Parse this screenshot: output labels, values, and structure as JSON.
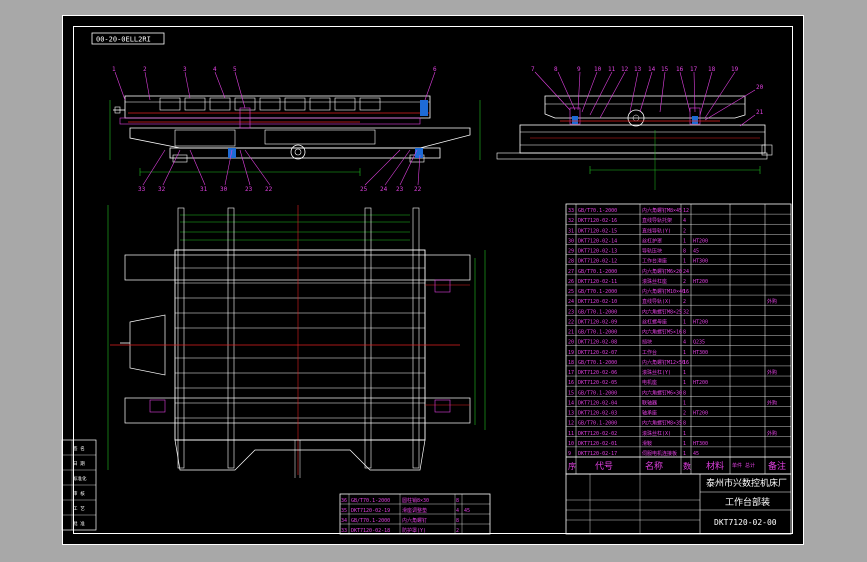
{
  "drawing": {
    "code_box": "00-20-0ELL2RI",
    "factory_name": "泰州市兴数控机床厂",
    "assembly_name": "工作台部装",
    "drawing_number": "DKT7120-02-00"
  },
  "side_view_callouts": [
    "1",
    "2",
    "3",
    "4",
    "5",
    "6"
  ],
  "side_view_bottom_callouts": [
    "33",
    "32",
    "31",
    "30",
    "23",
    "22",
    "25",
    "24",
    "23",
    "22"
  ],
  "front_view_callouts": [
    "7",
    "8",
    "9",
    "10",
    "11",
    "12",
    "13",
    "14",
    "15",
    "16",
    "17",
    "18",
    "19",
    "20",
    "21"
  ],
  "bom_headers": {
    "seq": "序",
    "code": "代号",
    "name": "名称",
    "qty": "数",
    "material": "材料",
    "weight": "单件 总计",
    "remark": "备注"
  },
  "bom_rows": [
    {
      "seq": "33",
      "code": "GB/T70.1-2000",
      "name": "内六角螺钉M8×45",
      "qty": "12",
      "mat": "",
      "rem": ""
    },
    {
      "seq": "32",
      "code": "DKT7120-02-16",
      "name": "直线导轨托架",
      "qty": "4",
      "mat": "",
      "rem": ""
    },
    {
      "seq": "31",
      "code": "DKT7120-02-15",
      "name": "直线导轨(Y)",
      "qty": "2",
      "mat": "",
      "rem": ""
    },
    {
      "seq": "30",
      "code": "DKT7120-02-14",
      "name": "丝杠护罩",
      "qty": "1",
      "mat": "HT200",
      "rem": ""
    },
    {
      "seq": "29",
      "code": "DKT7120-02-13",
      "name": "导轨压块",
      "qty": "8",
      "mat": "45",
      "rem": ""
    },
    {
      "seq": "28",
      "code": "DKT7120-02-12",
      "name": "工作台滑座",
      "qty": "1",
      "mat": "HT300",
      "rem": ""
    },
    {
      "seq": "27",
      "code": "GB/T70.1-2000",
      "name": "内六角螺钉M6×20",
      "qty": "24",
      "mat": "",
      "rem": ""
    },
    {
      "seq": "26",
      "code": "DKT7120-02-11",
      "name": "滚珠丝杠座",
      "qty": "2",
      "mat": "HT200",
      "rem": ""
    },
    {
      "seq": "25",
      "code": "GB/T70.1-2000",
      "name": "内六角螺钉M10×40",
      "qty": "16",
      "mat": "",
      "rem": ""
    },
    {
      "seq": "24",
      "code": "DKT7120-02-10",
      "name": "直线导轨(X)",
      "qty": "2",
      "mat": "",
      "rem": "外购"
    },
    {
      "seq": "23",
      "code": "GB/T70.1-2000",
      "name": "内六角螺钉M8×25",
      "qty": "32",
      "mat": "",
      "rem": ""
    },
    {
      "seq": "22",
      "code": "DKT7120-02-09",
      "name": "丝杠螺母座",
      "qty": "1",
      "mat": "HT200",
      "rem": ""
    },
    {
      "seq": "21",
      "code": "GB/T70.1-2000",
      "name": "内六角螺钉M5×16",
      "qty": "8",
      "mat": "",
      "rem": ""
    },
    {
      "seq": "20",
      "code": "DKT7120-02-08",
      "name": "挡块",
      "qty": "4",
      "mat": "Q235",
      "rem": ""
    },
    {
      "seq": "19",
      "code": "DKT7120-02-07",
      "name": "工作台",
      "qty": "1",
      "mat": "HT300",
      "rem": ""
    },
    {
      "seq": "18",
      "code": "GB/T70.1-2000",
      "name": "内六角螺钉M12×50",
      "qty": "16",
      "mat": "",
      "rem": ""
    },
    {
      "seq": "17",
      "code": "DKT7120-02-06",
      "name": "滚珠丝杠(Y)",
      "qty": "1",
      "mat": "",
      "rem": "外购"
    },
    {
      "seq": "16",
      "code": "DKT7120-02-05",
      "name": "电机座",
      "qty": "1",
      "mat": "HT200",
      "rem": ""
    },
    {
      "seq": "15",
      "code": "GB/T70.1-2000",
      "name": "内六角螺钉M6×30",
      "qty": "8",
      "mat": "",
      "rem": ""
    },
    {
      "seq": "14",
      "code": "DKT7120-02-04",
      "name": "联轴器",
      "qty": "1",
      "mat": "",
      "rem": "外购"
    },
    {
      "seq": "13",
      "code": "DKT7120-02-03",
      "name": "轴承座",
      "qty": "2",
      "mat": "HT200",
      "rem": ""
    },
    {
      "seq": "12",
      "code": "GB/T70.1-2000",
      "name": "内六角螺钉M8×35",
      "qty": "8",
      "mat": "",
      "rem": ""
    },
    {
      "seq": "11",
      "code": "DKT7120-02-02",
      "name": "滚珠丝杠(X)",
      "qty": "1",
      "mat": "",
      "rem": "外购"
    },
    {
      "seq": "10",
      "code": "DKT7120-02-01",
      "name": "滑鞍",
      "qty": "1",
      "mat": "HT300",
      "rem": ""
    },
    {
      "seq": "9",
      "code": "DKT7120-02-17",
      "name": "伺服电机连接板",
      "qty": "1",
      "mat": "45",
      "rem": ""
    }
  ],
  "lower_bom_rows": [
    {
      "seq": "36",
      "code": "GB/T70.1-2000",
      "name": "圆柱销8×30",
      "qty": "8",
      "mat": "",
      "rem": ""
    },
    {
      "seq": "35",
      "code": "DKT7120-02-19",
      "name": "滑座调整垫",
      "qty": "4",
      "mat": "45",
      "rem": ""
    },
    {
      "seq": "34",
      "code": "GB/T70.1-2000",
      "name": "内六角螺钉",
      "qty": "8",
      "mat": "",
      "rem": ""
    },
    {
      "seq": "33",
      "code": "DKT7120-02-18",
      "name": "防护罩(Y)",
      "qty": "2",
      "mat": "",
      "rem": ""
    }
  ],
  "side_block": [
    "签 名",
    "日 期",
    "标准化",
    "审 核",
    "工 艺",
    "批 准"
  ]
}
